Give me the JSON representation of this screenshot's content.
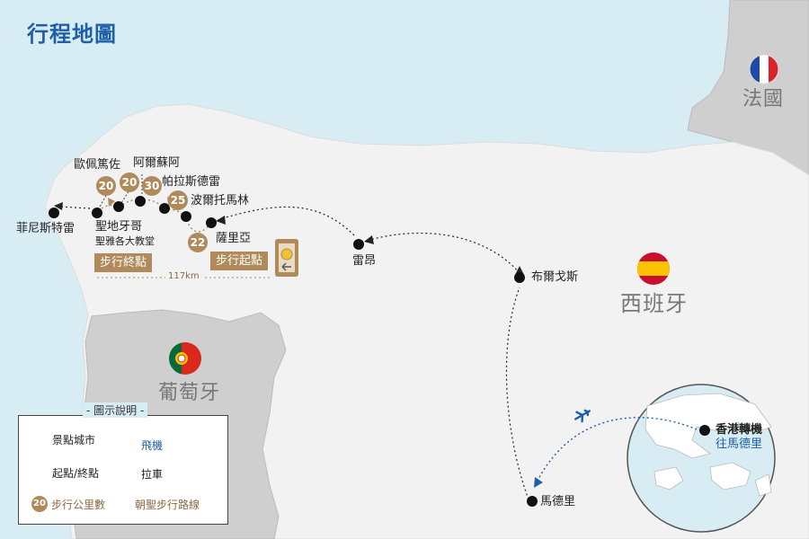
{
  "title": "行程地圖",
  "countries": {
    "france": "法國",
    "spain": "西班牙",
    "portugal": "葡萄牙"
  },
  "cities": {
    "finisterre": "菲尼斯特雷",
    "santiago": "聖地牙哥",
    "cathedral": "聖雅各大教堂",
    "opeixoso": "歐佩篤佐",
    "arzua": "阿爾蘇阿",
    "palas": "帕拉斯德雷",
    "portomarin": "波爾托馬林",
    "sarria": "薩里亞",
    "leon": "雷昂",
    "burgos": "布爾戈斯",
    "madrid": "馬德里",
    "hongkong": "香港轉機",
    "to_madrid": "往馬德里"
  },
  "badges": {
    "walk_end": "步行終點",
    "walk_start": "步行起點"
  },
  "distance_total": "117km",
  "stage_km": {
    "k1": "20",
    "k2": "20",
    "k3": "30",
    "k4": "25",
    "k5": "22"
  },
  "legend": {
    "title": "- 圖示說明 -",
    "city": "景點城市",
    "start_end": "起點/終點",
    "walk_km": "步行公里數",
    "walk_km_sample": "20",
    "flight": "飛機",
    "drive": "拉車",
    "route": "朝聖步行路線"
  },
  "colors": {
    "sea": "#d8ecf4",
    "land": "#f2f2f2",
    "neighbor": "#cfcfcf",
    "accent_blue": "#1f5fa8",
    "walk_brown": "#b08a5a"
  }
}
